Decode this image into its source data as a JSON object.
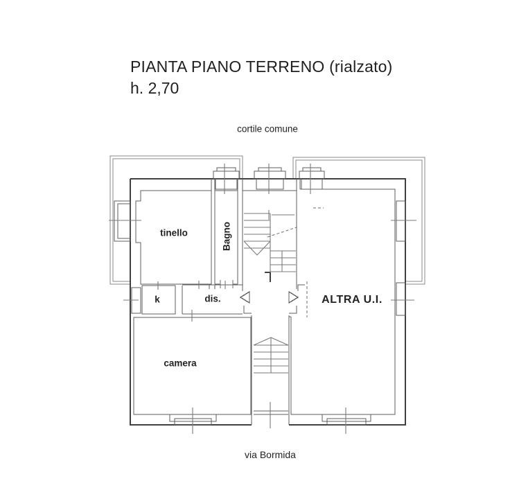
{
  "title": {
    "line1": "PIANTA PIANO TERRENO (rialzato)",
    "line2": "h. 2,70"
  },
  "context_labels": {
    "courtyard": "cortile comune",
    "street": "via Bormida"
  },
  "rooms": {
    "tinello": "tinello",
    "bagno": "Bagno",
    "kitchen": "k",
    "disimpegno": "dis.",
    "camera": "camera",
    "altra_ui": "ALTRA U.I."
  },
  "colors": {
    "background": "#ffffff",
    "wall_dark": "#404040",
    "wall_light": "#5d5d5d",
    "courtyard_outline": "#8a8a8a",
    "text": "#1f1f1f"
  }
}
